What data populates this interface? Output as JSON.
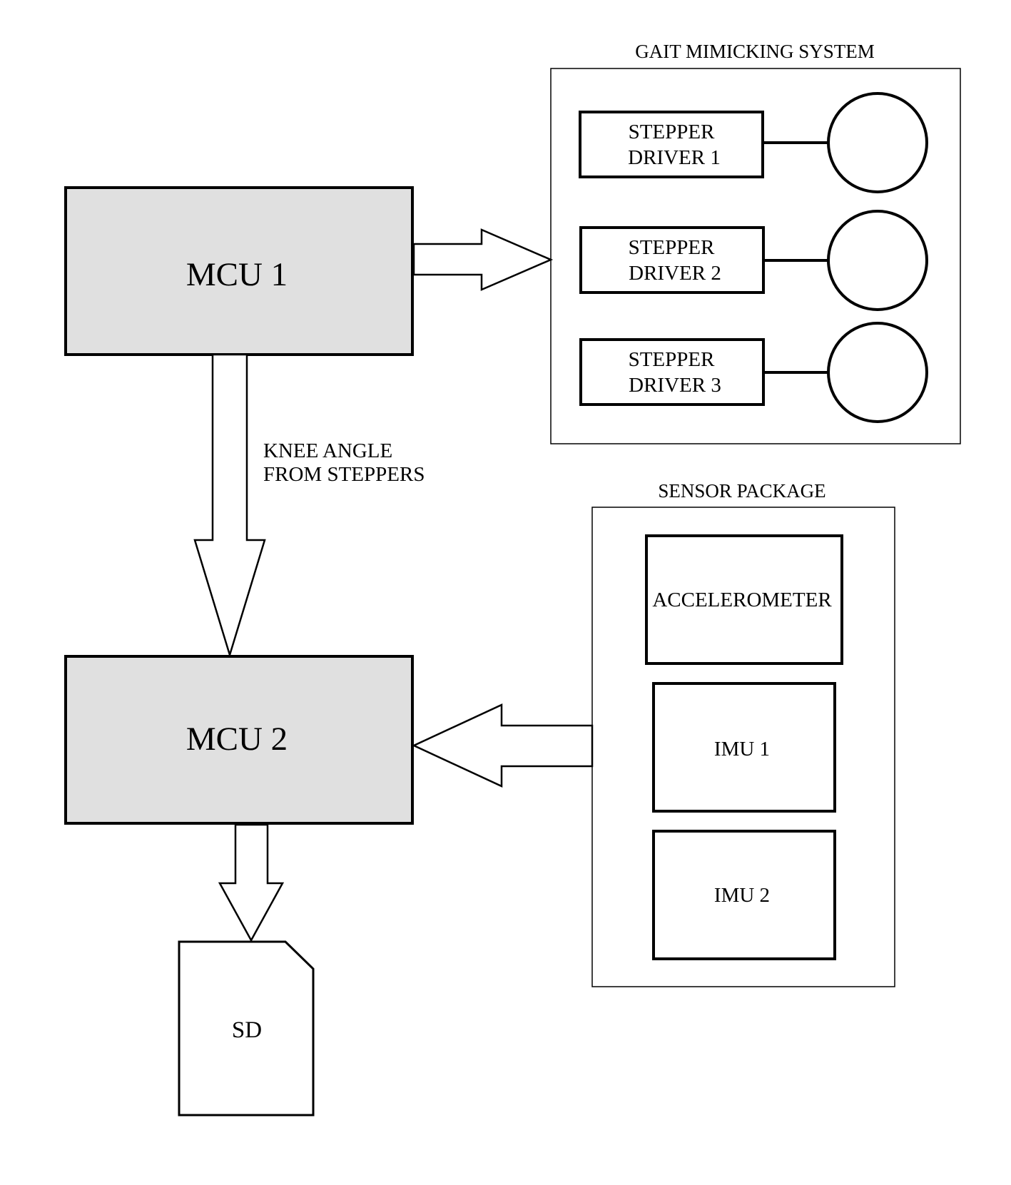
{
  "gait_system": {
    "title": "GAIT MIMICKING SYSTEM",
    "drivers": [
      {
        "line1": "STEPPER",
        "line2": "DRIVER 1"
      },
      {
        "line1": "STEPPER",
        "line2": "DRIVER 2"
      },
      {
        "line1": "STEPPER",
        "line2": "DRIVER 3"
      }
    ]
  },
  "mcu1": {
    "label": "MCU 1"
  },
  "mcu2": {
    "label": "MCU 2"
  },
  "knee_arrow": {
    "line1": "KNEE ANGLE",
    "line2": "FROM STEPPERS"
  },
  "sensor_package": {
    "title": "SENSOR PACKAGE",
    "sensors": [
      "ACCELEROMETER",
      "IMU 1",
      "IMU 2"
    ]
  },
  "storage": {
    "label": "SD"
  }
}
